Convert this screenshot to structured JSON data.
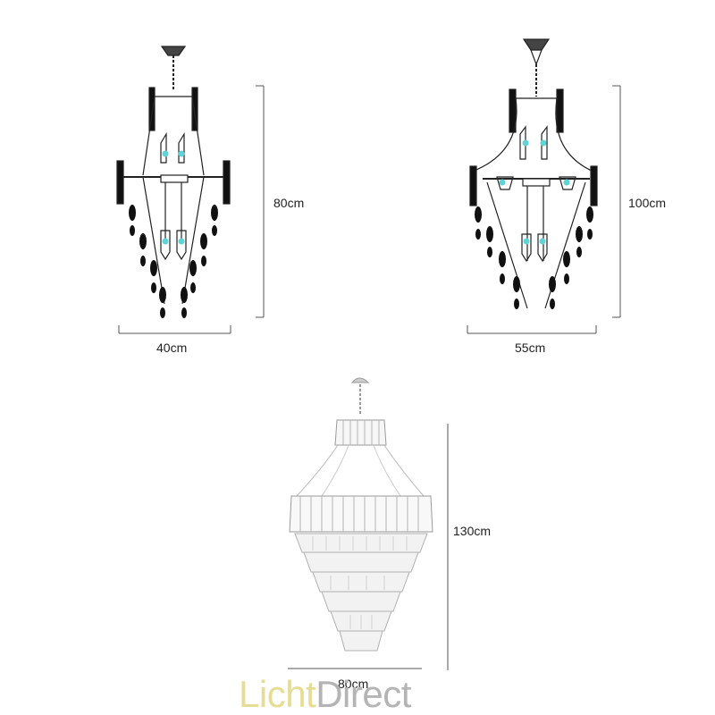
{
  "products": [
    {
      "name": "small-chandelier",
      "height_label": "80cm",
      "width_label": "40cm"
    },
    {
      "name": "medium-chandelier",
      "height_label": "100cm",
      "width_label": "55cm"
    },
    {
      "name": "large-crystal-chandelier",
      "height_label": "130cm",
      "width_label": "80cm"
    }
  ],
  "brand": {
    "part1": "Licht",
    "part2": "Direct",
    "color_part1": "#e7dc94",
    "color_part2": "#b4b4b4"
  },
  "colors": {
    "bulb": "#5fd3d6",
    "line": "#222222",
    "dimension_line": "#555555"
  }
}
